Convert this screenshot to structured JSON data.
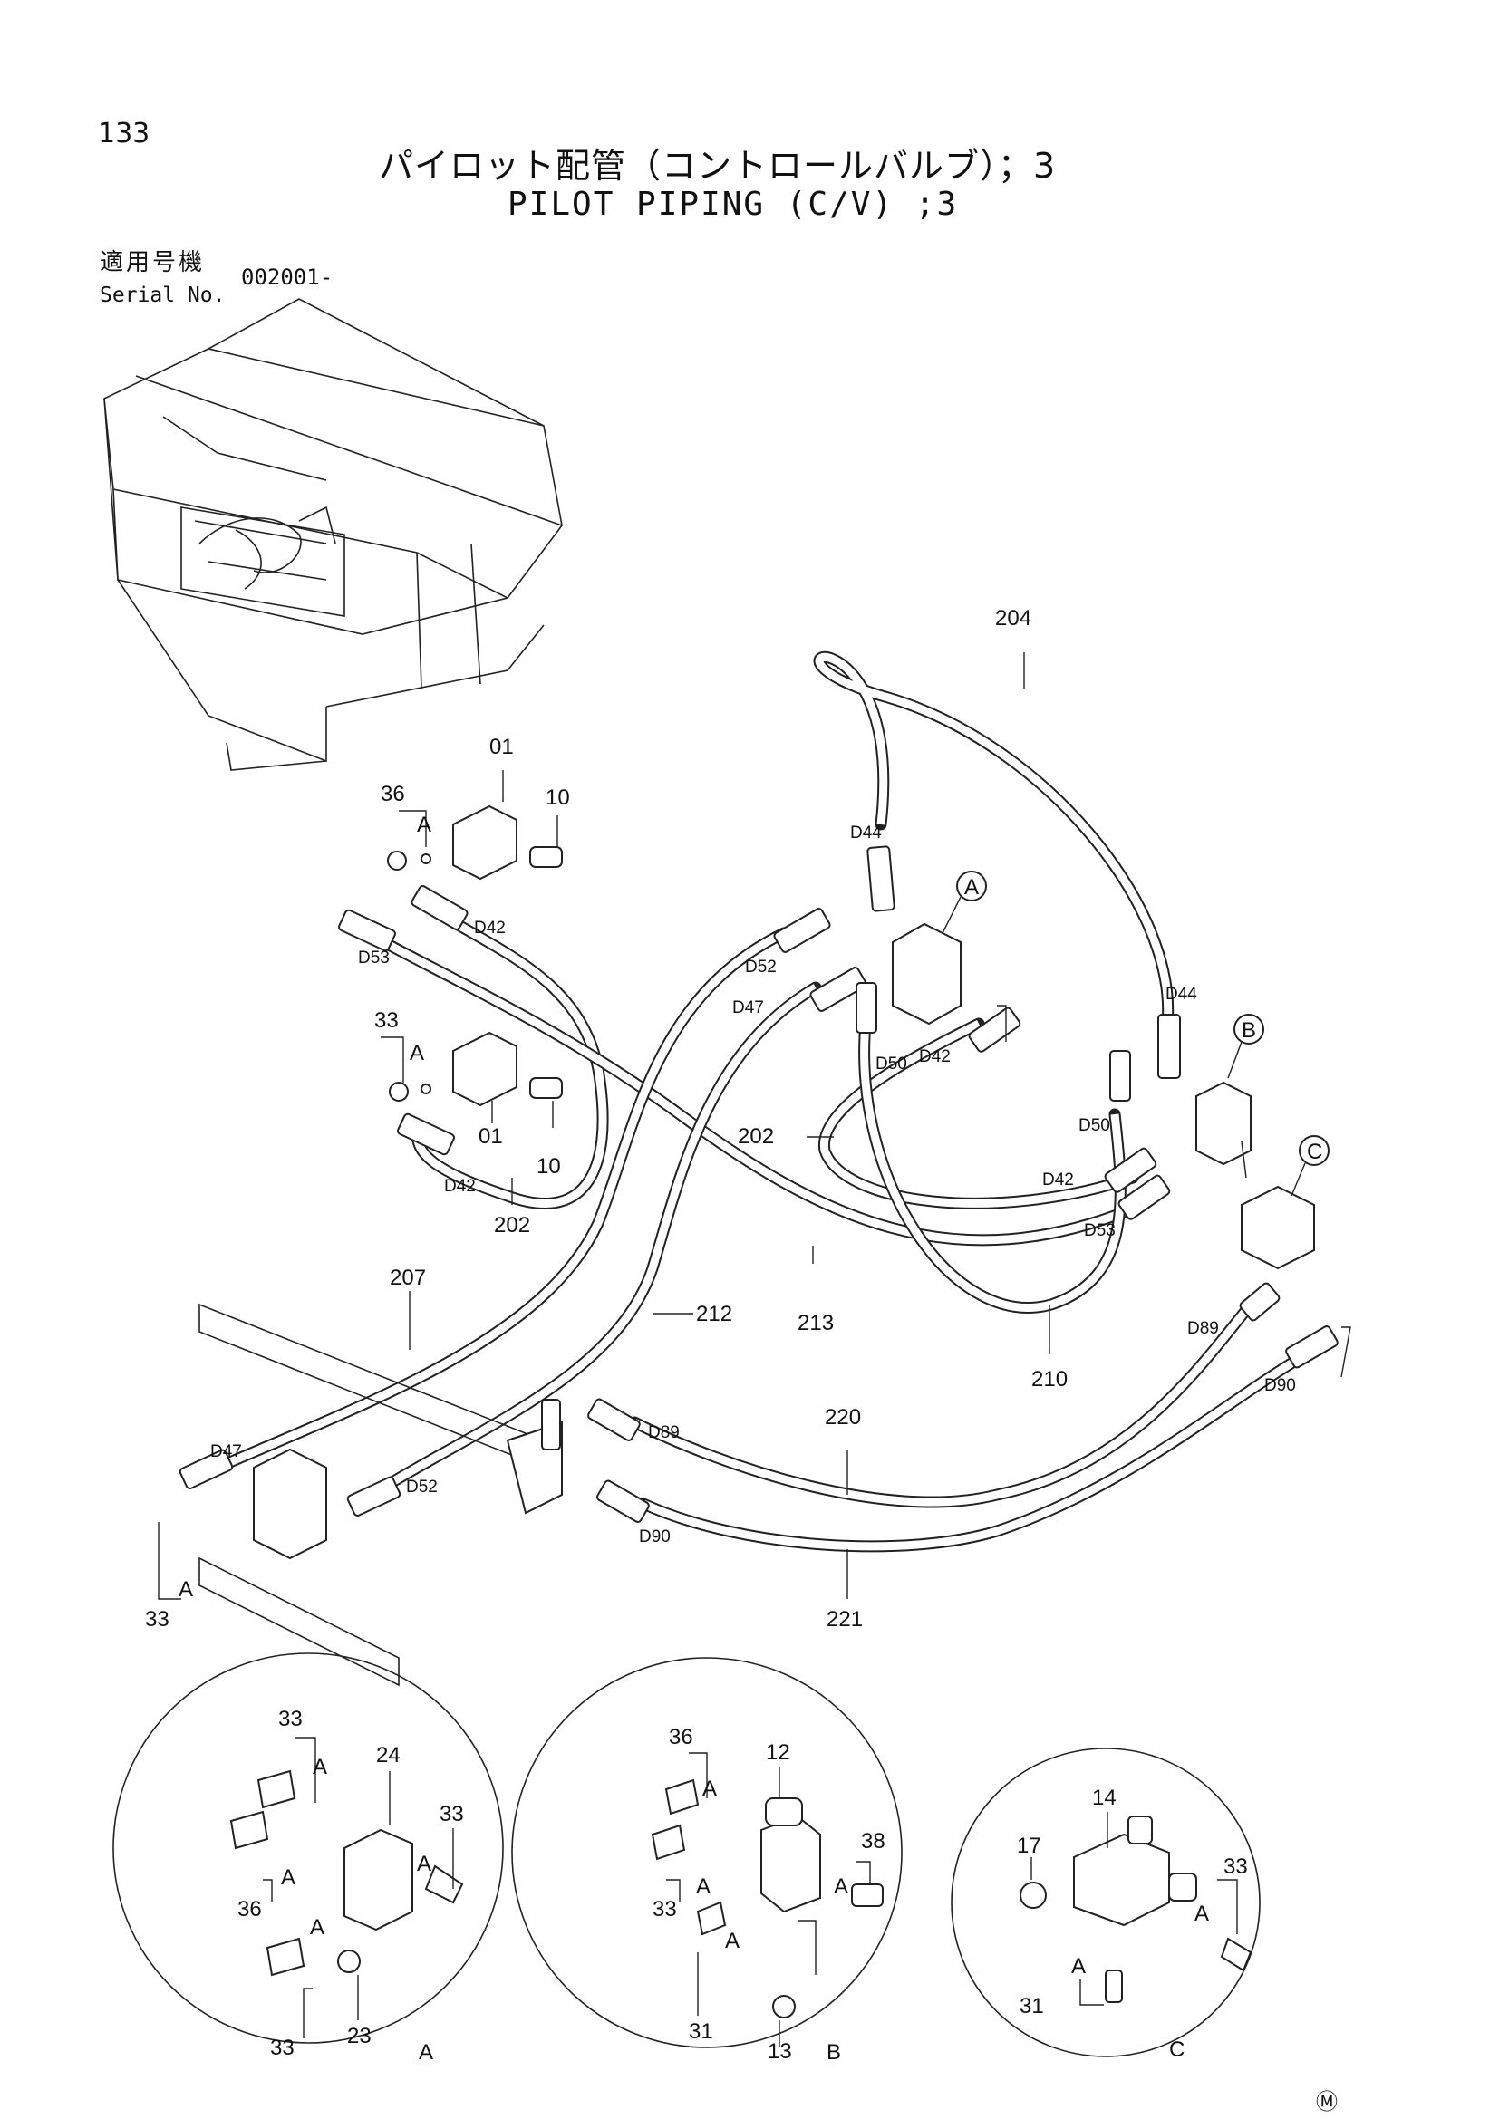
{
  "page_number": "133",
  "title_jp": "パイロット配管（コントロールバルブ）；3",
  "title_en": "PILOT PIPING (C/V) ;3",
  "serial": {
    "label_jp": "適用号機",
    "label_en": "Serial No.",
    "value": "002001-"
  },
  "labels": {
    "p01_top": "01",
    "p10_top": "10",
    "p36_top": "36",
    "a_top": "A",
    "d42_top": "D42",
    "d53_left": "D53",
    "p33_mid": "33",
    "a_mid": "A",
    "p01_mid": "01",
    "p10_mid": "10",
    "d42_mid": "D42",
    "p202_left": "202",
    "p204": "204",
    "d44_top": "D44",
    "d44_right": "D44",
    "callout_a": "A",
    "callout_b": "B",
    "callout_c": "C",
    "d52_top": "D52",
    "d47_top": "D47",
    "d50_mid": "D50",
    "d42_right": "D42",
    "p202_right": "202",
    "d50_right": "D50",
    "d42_b": "D42",
    "d53_b": "D53",
    "p207": "207",
    "p212": "212",
    "p213": "213",
    "p210": "210",
    "d89_right": "D89",
    "d90_right": "D90",
    "d47_low": "D47",
    "d52_low": "D52",
    "d89_low": "D89",
    "p220": "220",
    "d90_low": "D90",
    "p221": "221",
    "p33_low": "33",
    "a_low": "A"
  },
  "detail_a": {
    "letter": "A",
    "labels": {
      "p33_top": "33",
      "a1": "A",
      "p24": "24",
      "p33_right": "33",
      "a2": "A",
      "a3": "A",
      "p36": "36",
      "a4": "A",
      "p33_bottom": "33",
      "p23": "23"
    }
  },
  "detail_b": {
    "letter": "B",
    "labels": {
      "p36": "36",
      "a1": "A",
      "p12": "12",
      "p38": "38",
      "a2": "A",
      "a3": "A",
      "p33": "33",
      "a4": "A",
      "p31": "31",
      "p13": "13"
    }
  },
  "detail_c": {
    "letter": "C",
    "labels": {
      "p14": "14",
      "p17": "17",
      "p33": "33",
      "a1": "A",
      "a2": "A",
      "p31": "31"
    }
  },
  "footer_mark": "Ⓜ"
}
